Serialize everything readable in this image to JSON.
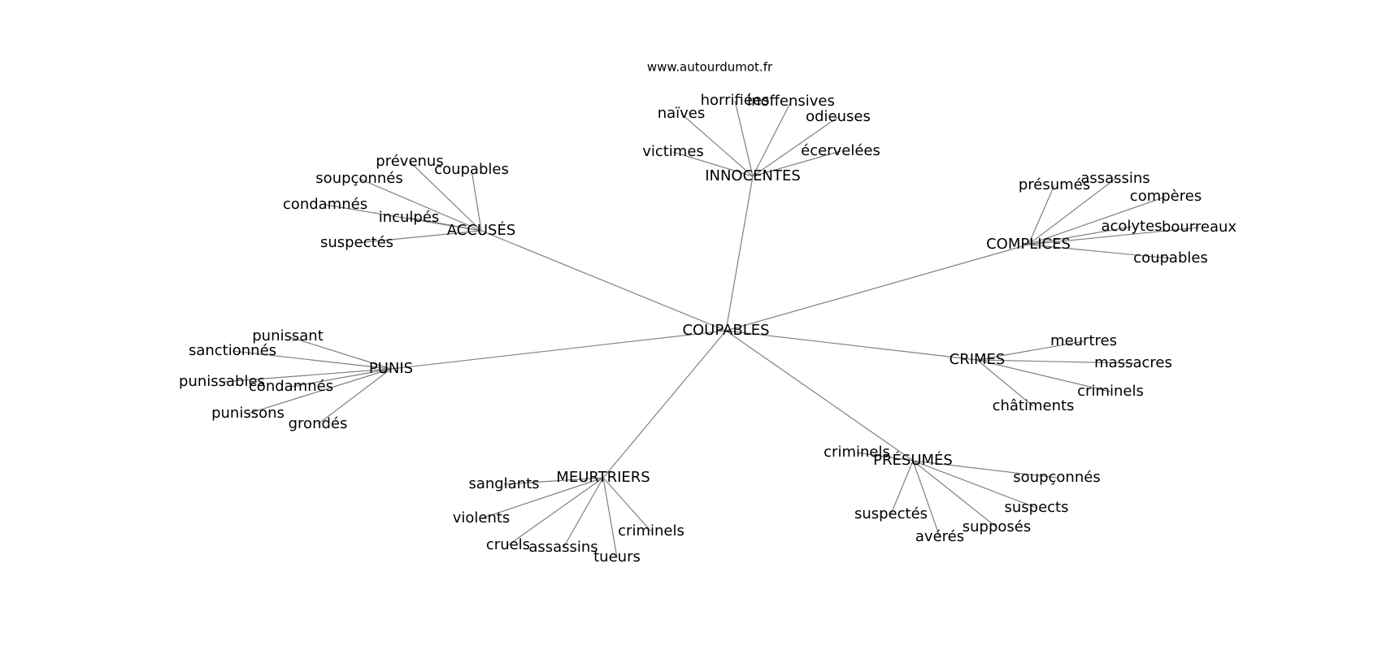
{
  "watermark": "www.autourdumot.fr",
  "graph": {
    "center": "COUPABLES",
    "branches": [
      {
        "hub": "INNOCENTES",
        "leaves": [
          "victimes",
          "naïves",
          "horrifiées",
          "inoffensives",
          "odieuses",
          "écervelées"
        ]
      },
      {
        "hub": "ACCUSÉS",
        "leaves": [
          "prévenus",
          "coupables",
          "soupçonnés",
          "condamnés",
          "inculpés",
          "suspectés"
        ]
      },
      {
        "hub": "COMPLICES",
        "leaves": [
          "présumés",
          "assassins",
          "compères",
          "acolytes",
          "bourreaux",
          "coupables"
        ]
      },
      {
        "hub": "PUNIS",
        "leaves": [
          "punissant",
          "sanctionnés",
          "punissables",
          "condamnés",
          "punissons",
          "grondés"
        ]
      },
      {
        "hub": "CRIMES",
        "leaves": [
          "meurtres",
          "massacres",
          "criminels",
          "châtiments"
        ]
      },
      {
        "hub": "MEURTRIERS",
        "leaves": [
          "sanglants",
          "violents",
          "cruels",
          "assassins",
          "tueurs",
          "criminels"
        ]
      },
      {
        "hub": "PRÉSUMÉS",
        "leaves": [
          "criminels",
          "soupçonnés",
          "suspects",
          "supposés",
          "avérés",
          "suspectés"
        ]
      }
    ]
  }
}
